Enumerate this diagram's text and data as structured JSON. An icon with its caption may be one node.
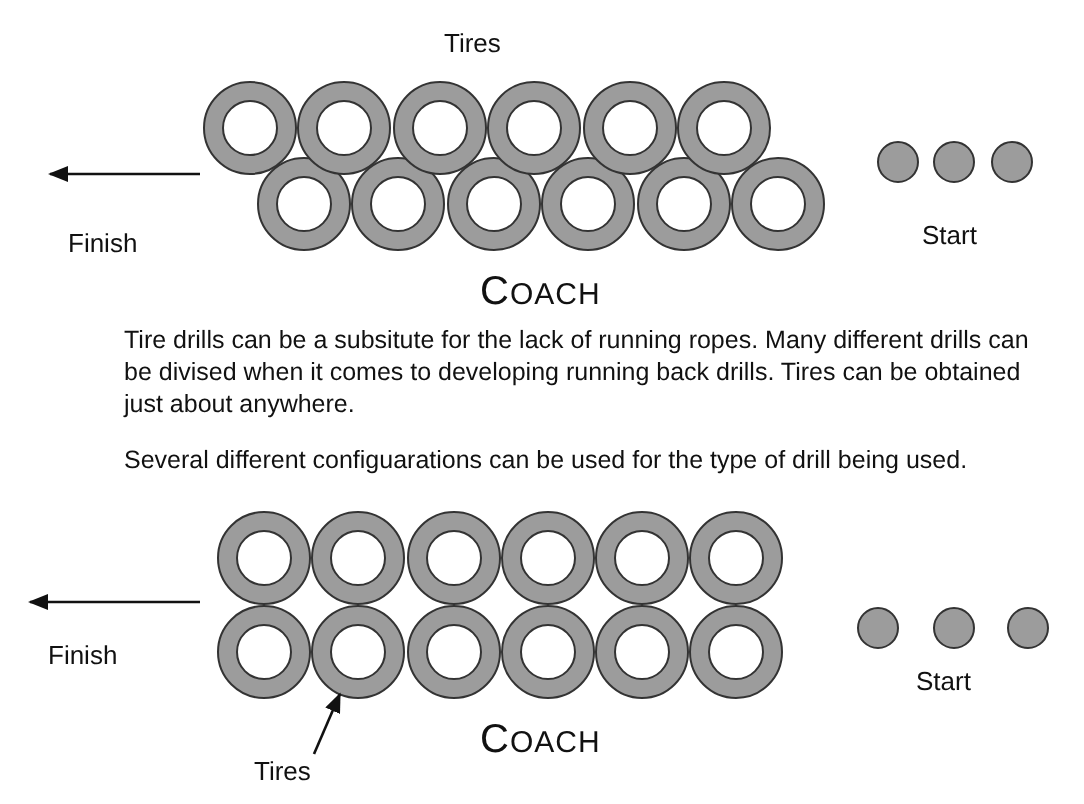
{
  "diagram": {
    "nodes": [
      {
        "text": [],
        "shape": "circle"
      },
      {
        "text": [
          "Tires"
        ]
      }
    ],
    "edges": [
      {
        "from": 1,
        "to": 0,
        "arrow": "to"
      }
    ],
    "labels": [
      "Tires",
      "Finish",
      "Start",
      "COACH",
      "Tire drills can be a subsitute for the lack of running ropes. Many different drills can be divised when it comes to developing running back drills. Tires can be obtained just about anywhere.",
      "Several different configuarations can be used for the type of drill being used.",
      "Finish",
      "Start",
      "COACH"
    ]
  }
}
